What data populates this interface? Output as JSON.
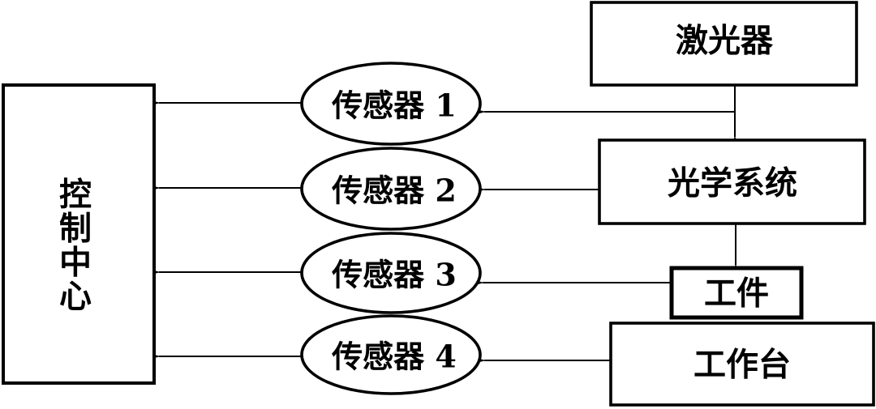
{
  "diagram": {
    "description": "laser machining control system block diagram",
    "colors": {
      "stroke": "#000000",
      "background": "#ffffff"
    },
    "nodes": {
      "laser": "激光器",
      "optical_system": "光学系统",
      "workpiece": "工件",
      "worktable": "工作台",
      "control_center": "控制中心",
      "control_center_chars": [
        "控",
        "制",
        "中",
        "心"
      ],
      "sensors": [
        "传感器 1",
        "传感器 2",
        "传感器 3",
        "传感器 4"
      ]
    },
    "edges": [
      {
        "from": "laser",
        "to": "optical_system"
      },
      {
        "from": "laser",
        "to": "sensor_1"
      },
      {
        "from": "optical_system",
        "to": "sensor_2"
      },
      {
        "from": "optical_system",
        "to": "workpiece"
      },
      {
        "from": "workpiece",
        "to": "sensor_3"
      },
      {
        "from": "worktable",
        "to": "sensor_4"
      },
      {
        "from": "sensor_1",
        "to": "control_center"
      },
      {
        "from": "sensor_2",
        "to": "control_center"
      },
      {
        "from": "sensor_3",
        "to": "control_center"
      },
      {
        "from": "sensor_4",
        "to": "control_center"
      }
    ]
  }
}
